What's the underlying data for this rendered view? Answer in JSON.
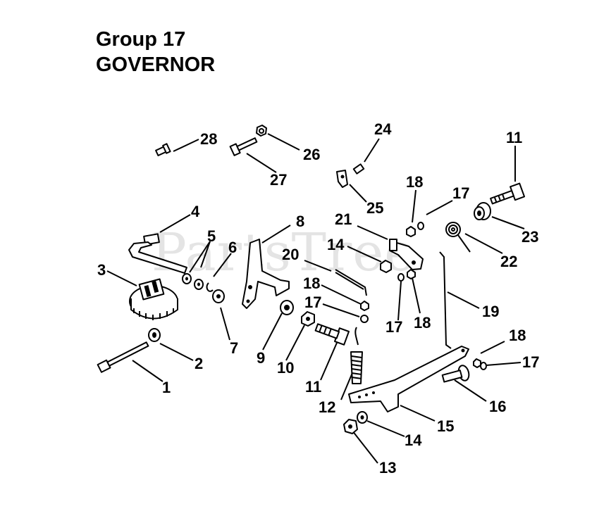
{
  "title": {
    "group": "Group 17",
    "name": "GOVERNOR"
  },
  "watermark": "PartsTree",
  "colors": {
    "ink": "#000000",
    "watermark": "#e4e4e4",
    "background": "#ffffff"
  },
  "callouts": [
    "1",
    "2",
    "3",
    "4",
    "5",
    "6",
    "7",
    "8",
    "9",
    "10",
    "11",
    "12",
    "13",
    "14",
    "15",
    "16",
    "17",
    "18",
    "19",
    "20",
    "21",
    "22",
    "23",
    "24",
    "25",
    "26",
    "27",
    "28",
    "11",
    "14",
    "17",
    "17",
    "17",
    "18",
    "18",
    "18"
  ]
}
